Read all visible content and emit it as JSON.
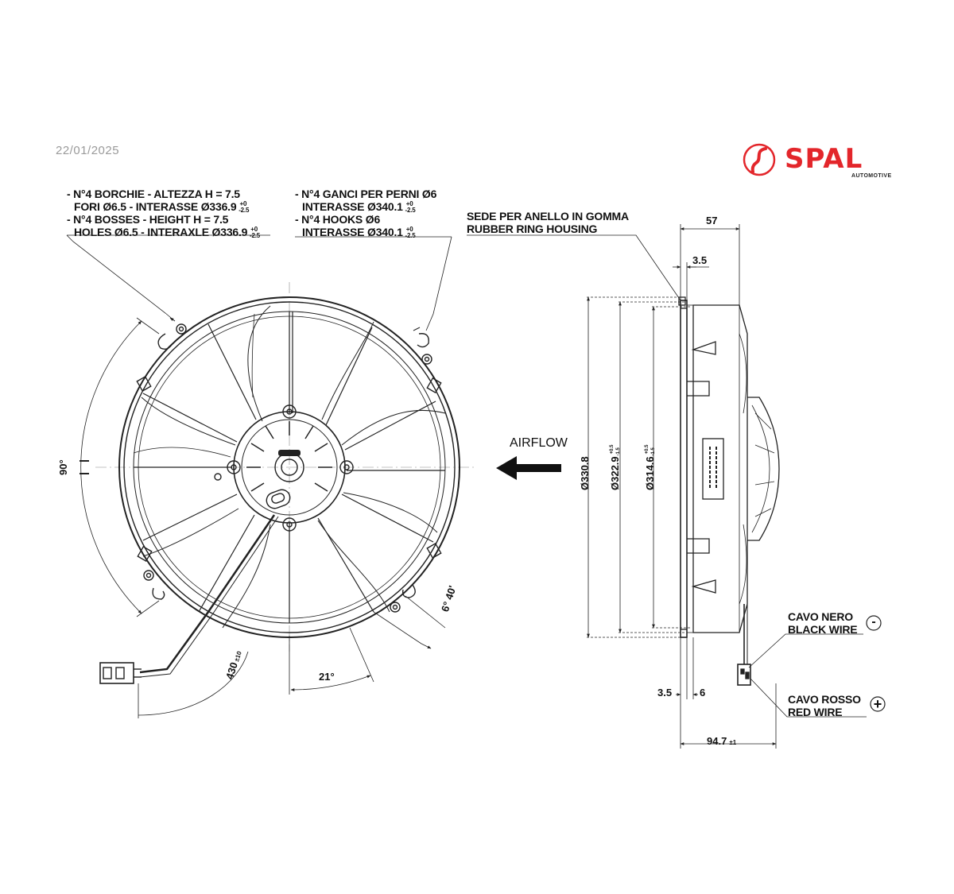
{
  "header": {
    "date": "22/01/2025",
    "logo": {
      "word": "SPAL",
      "sub": "AUTOMOTIVE",
      "color": "#e3262b",
      "icon": "spal-swirl-icon"
    }
  },
  "notes": {
    "bosses": {
      "line1": "- N°4 BORCHIE - ALTEZZA H = 7.5",
      "line2": "FORI Ø6.5 - INTERASSE Ø336.9",
      "line3": "- N°4 BOSSES - HEIGHT H = 7.5",
      "line4": "HOLES Ø6.5 - INTERAXLE Ø336.9",
      "tol_top": "+0",
      "tol_bottom": "-2.5"
    },
    "hooks": {
      "line1": "- N°4 GANCI PER PERNI Ø6",
      "line2": "INTERASSE Ø340.1",
      "line3": "- N°4 HOOKS Ø6",
      "line4": "INTERASSE Ø340.1",
      "tol_top": "+0",
      "tol_bottom": "-2.5"
    },
    "ring": {
      "line1": "SEDE PER ANELLO IN GOMMA",
      "line2": "RUBBER RING HOUSING"
    },
    "airflow": "AIRFLOW",
    "black_wire": {
      "line1": "CAVO NERO",
      "line2": "BLACK WIRE",
      "sign": "-"
    },
    "red_wire": {
      "line1": "CAVO ROSSO",
      "line2": "RED WIRE",
      "sign": "+"
    }
  },
  "dimensions": {
    "angle_90": "90°",
    "angle_6_40": "6° 40'",
    "cable_length": "430",
    "cable_tol": "±10",
    "angle_21": "21°",
    "depth_57": "57",
    "ring_35_top": "3.5",
    "dia_330": "Ø330.8",
    "dia_322": "Ø322.9",
    "dia_322_tol_top": "+0.5",
    "dia_322_tol_bottom": "-1.5",
    "dia_314": "Ø314.6",
    "dia_314_tol_top": "+0.5",
    "dia_314_tol_bottom": "-1.5",
    "bottom_35": "3.5",
    "bottom_6": "6",
    "total_depth": "94.7",
    "total_depth_tol": "±1"
  }
}
